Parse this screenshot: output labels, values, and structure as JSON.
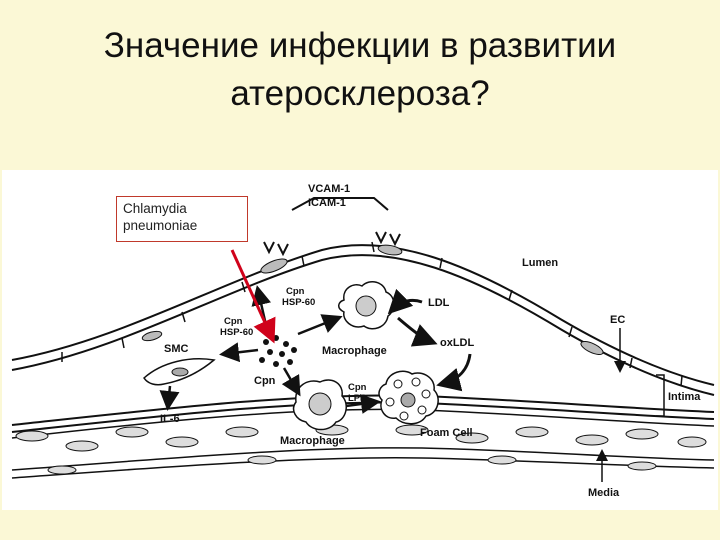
{
  "title": {
    "line1": "Значение инфекции в развитии",
    "line2": "атеросклероза?"
  },
  "callout": {
    "line1": "Chlamydia",
    "line2": "pneumoniae",
    "border_color": "#c0392b"
  },
  "diagram": {
    "labels": {
      "vcam": "VCAM-1",
      "icam": "ICAM-1",
      "lumen": "Lumen",
      "ec": "EC",
      "intima": "Intima",
      "media": "Media",
      "ldl": "LDL",
      "oxldl": "oxLDL",
      "macrophage_top": "Macrophage",
      "macrophage_bottom": "Macrophage",
      "foam_cell": "Foam Cell",
      "smc": "SMC",
      "il6": "IL-6",
      "cpn": "Cpn",
      "cpn_hsp60_top_1": "Cpn",
      "cpn_hsp60_top_2": "HSP-60",
      "cpn_hsp60_left_1": "Cpn",
      "cpn_hsp60_left_2": "HSP-60",
      "cpn_lps_1": "Cpn",
      "cpn_lps_2": "LPS"
    },
    "arrow_color": "#d0021b"
  }
}
